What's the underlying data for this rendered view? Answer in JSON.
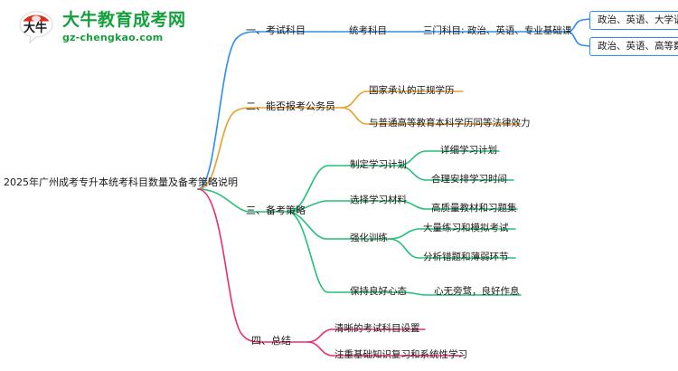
{
  "logo": {
    "mark_text": "大牛",
    "title": "大牛教育成考网",
    "url": "gz-chengkao.com",
    "brand_green": "#14a03c",
    "brand_red": "#e02b20"
  },
  "mindmap": {
    "root": {
      "label": "2025年广州成考专升本统考科目数量及备考策略说明"
    },
    "colors": {
      "branch1": "#2b8ef5",
      "branch2": "#e8a128",
      "branch3": "#22c07a",
      "branch4": "#ee2b72"
    },
    "branches": [
      {
        "id": "branch-1",
        "label": "一、考试科目",
        "color": "#2b8ef5",
        "children": [
          {
            "label": "统考科目",
            "children": [
              {
                "label": "三门科目: 政治、英语、专业基础课",
                "children": [
                  {
                    "label": "政治、英语、大学语文",
                    "boxed": true
                  },
                  {
                    "label": "政治、英语、高等数学",
                    "boxed": true
                  }
                ]
              }
            ]
          }
        ]
      },
      {
        "id": "branch-2",
        "label": "二、能否报考公务员",
        "color": "#e8a128",
        "children": [
          {
            "label": "国家承认的正规学历"
          },
          {
            "label": "与普通高等教育本科学历同等法律效力"
          }
        ]
      },
      {
        "id": "branch-3",
        "label": "三、备考策略",
        "color": "#22c07a",
        "children": [
          {
            "label": "制定学习计划",
            "children": [
              {
                "label": "详细学习计划"
              },
              {
                "label": "合理安排学习时间"
              }
            ]
          },
          {
            "label": "选择学习材料",
            "children": [
              {
                "label": "高质量教材和习题集"
              }
            ]
          },
          {
            "label": "强化训练",
            "children": [
              {
                "label": "大量练习和模拟考试"
              },
              {
                "label": "分析错题和薄弱环节"
              }
            ]
          },
          {
            "label": "保持良好心态",
            "children": [
              {
                "label": "心无旁骛，良好作息"
              }
            ]
          }
        ]
      },
      {
        "id": "branch-4",
        "label": "四、总结",
        "color": "#ee2b72",
        "children": [
          {
            "label": "清晰的考试科目设置"
          },
          {
            "label": "注重基础知识复习和系统性学习"
          }
        ]
      }
    ]
  }
}
